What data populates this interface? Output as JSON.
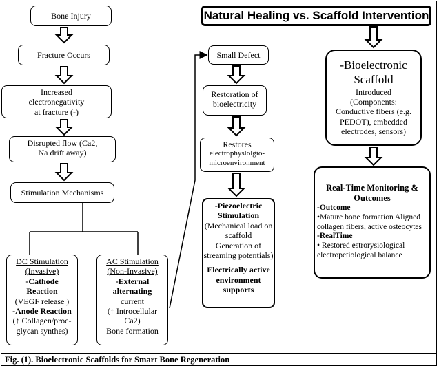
{
  "title": "Natural Healing vs. Scaffold Intervention",
  "caption": "Fig. (1). Bioelectronic Scaffolds for Smart Bone Regeneration",
  "left_column": {
    "bone_injury": "Bone Injury",
    "fracture": "Fracture Occurs",
    "electronegativity": [
      "Increased",
      "electronegativity",
      "at fracture (-)"
    ],
    "disrupted_flow": [
      "Disrupted flow (Ca2,",
      "Na drift away)"
    ],
    "stimulation": "Stimulation  Mechanisms"
  },
  "dc_box": {
    "heading": "DC Stimulation",
    "subheading": "(Invasive)",
    "cathode": [
      "-Cathode",
      "Reaction"
    ],
    "cathode_detail": "(VEGF release )",
    "anode": "-Anode Reaction",
    "anode_detail": [
      "(↑ Collagen/proc-",
      "glycan synthes)"
    ]
  },
  "ac_box": {
    "heading": "AC Stimulation",
    "subheading": "(Non-Invasive)",
    "external": [
      "-External",
      "alternating"
    ],
    "detail": [
      "current",
      "(↑ Introcellular",
      "Ca2)",
      "Bone formation"
    ]
  },
  "middle_column": {
    "small_defect": "Small Defect",
    "restoration": [
      "Restoration of",
      "bioelectricity"
    ],
    "restores": [
      "Restores",
      "electrophyslolgio-",
      "microenvironment"
    ],
    "piezo_heading": [
      "-Piezoelectric",
      "Stimulation"
    ],
    "piezo_detail": [
      "(Mechanical load on",
      "scaffold",
      "Generation of",
      "streaming potentials)"
    ],
    "piezo_footer": [
      "Electrically active",
      "environment",
      "supports"
    ]
  },
  "right_column": {
    "scaffold_heading": [
      "-Bioelectronic",
      "Scaffold"
    ],
    "scaffold_detail": [
      "Introduced",
      "(Components:",
      "Conductive fibers (e.g.",
      "PEDOT), embedded",
      "electrodes, sensors)"
    ],
    "monitoring_heading": [
      "Real-Time Monitoring &",
      "Outcomes"
    ],
    "outcome_label": "-Outcome",
    "outcome_detail": [
      "•Mature bone formation Aligned",
      "collagen fibers, active osteocytes"
    ],
    "realtime_label": "-RealTime",
    "realtime_detail": [
      "• Restored estrorysiological",
      "electropetiological balance"
    ]
  }
}
